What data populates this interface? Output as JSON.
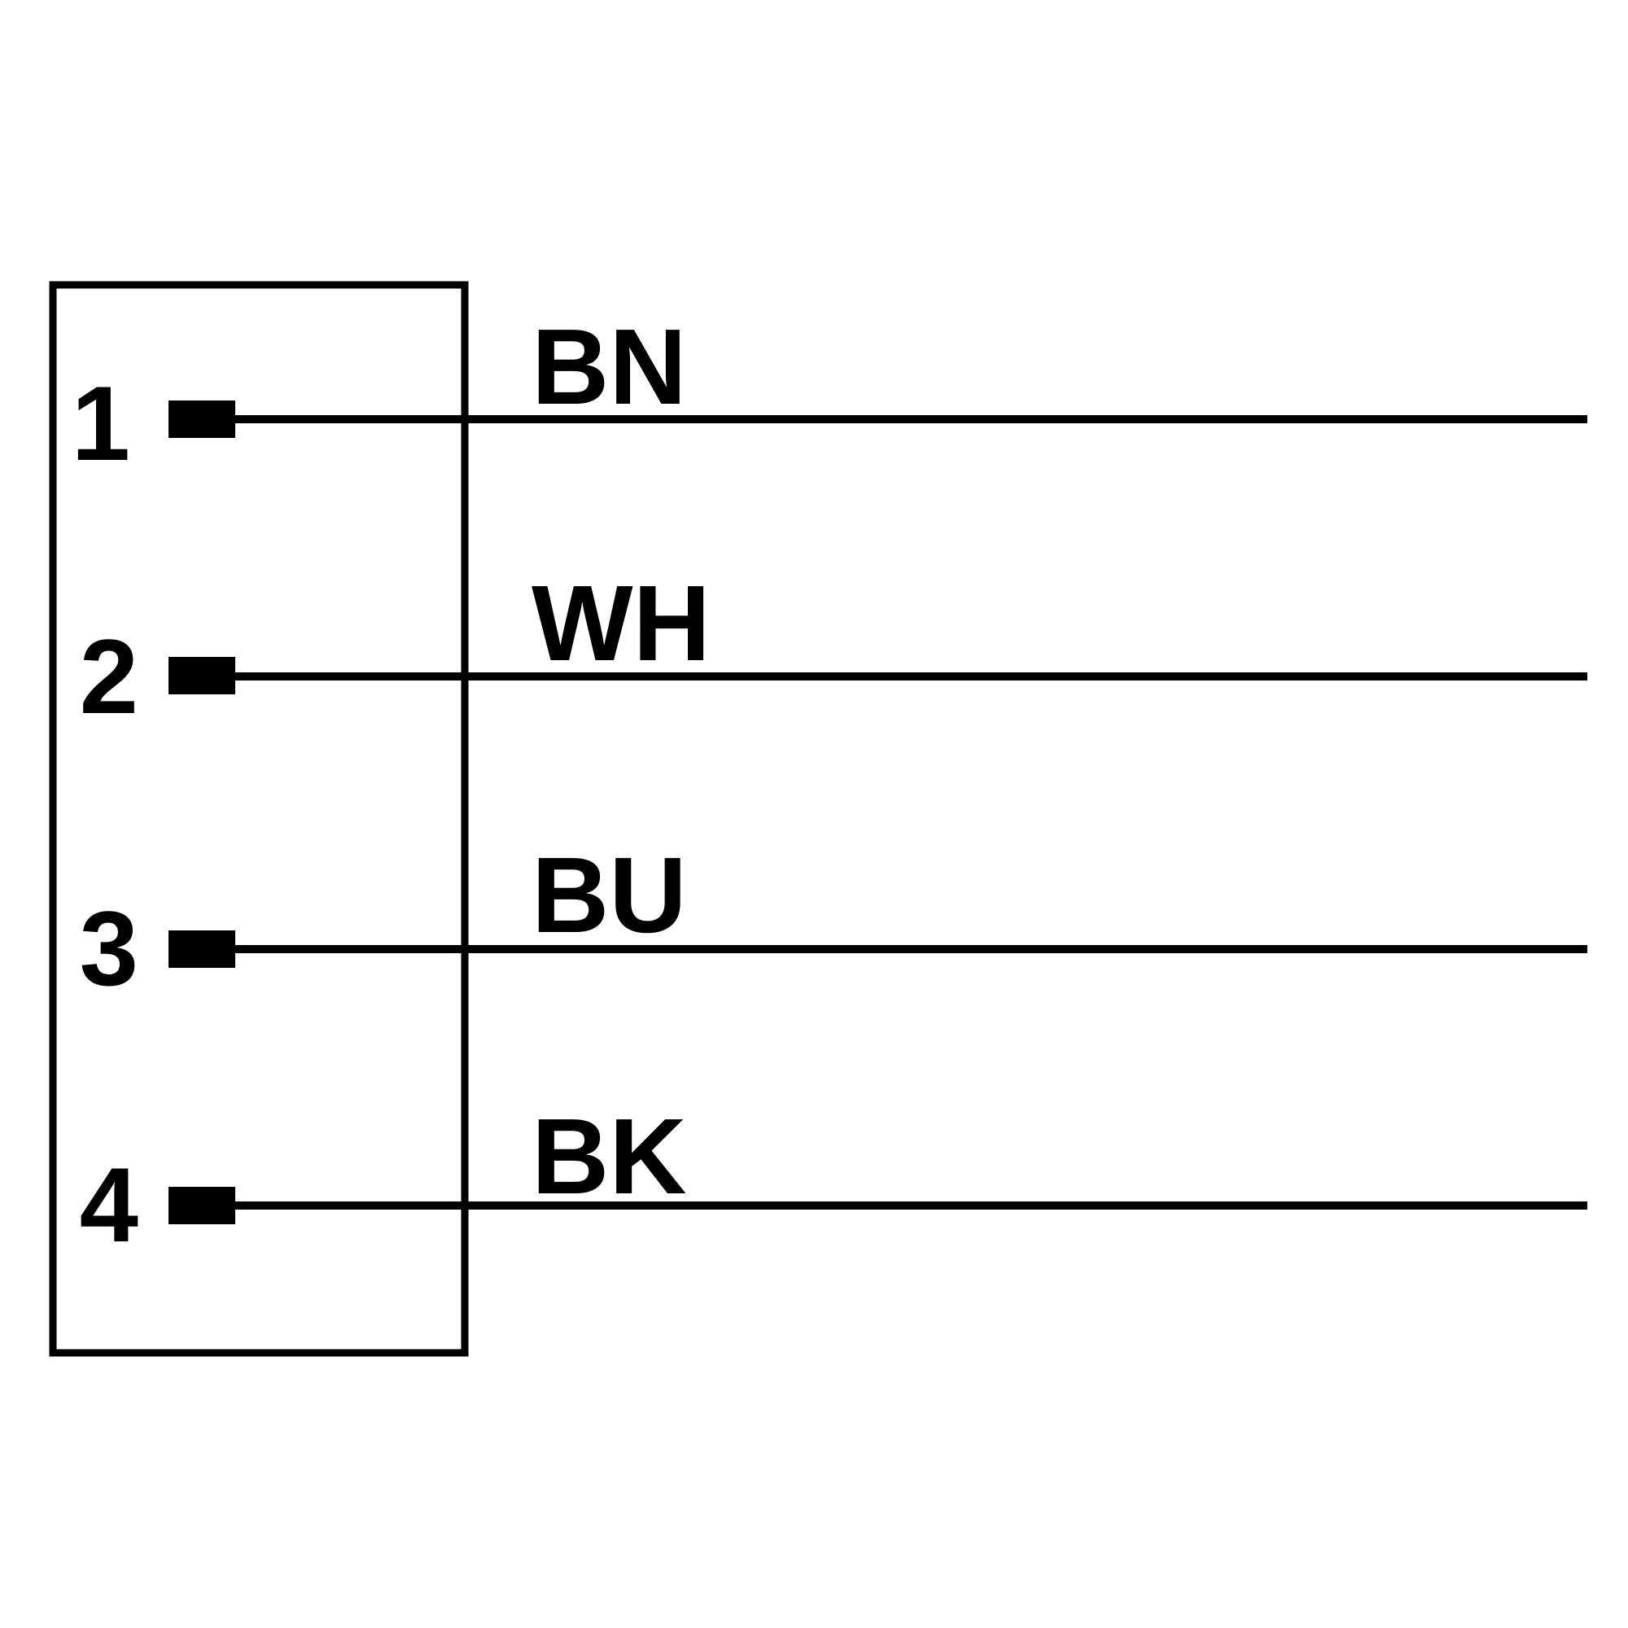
{
  "diagram": {
    "type": "connector-wiring",
    "line_color": "#000000",
    "background": "#ffffff",
    "pins": [
      {
        "number": "1",
        "wire_label": "BN"
      },
      {
        "number": "2",
        "wire_label": "WH"
      },
      {
        "number": "3",
        "wire_label": "BU"
      },
      {
        "number": "4",
        "wire_label": "BK"
      }
    ]
  }
}
